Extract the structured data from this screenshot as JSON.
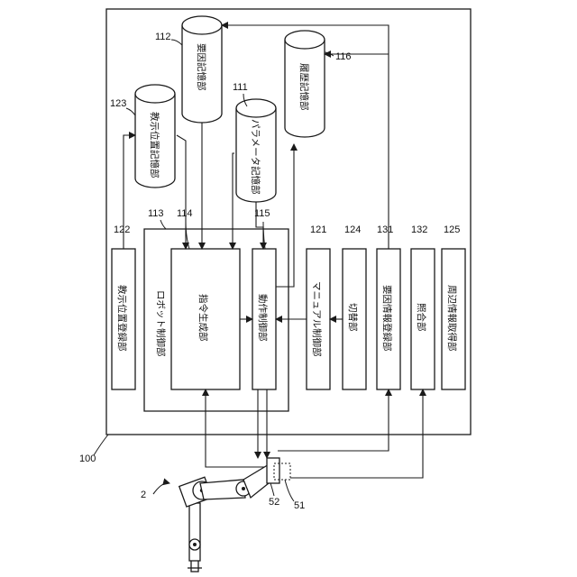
{
  "labels": {
    "teaching_position_register": "教示位置登録部",
    "robot_controller": "ロボット制御部",
    "command_generator": "指令生成部",
    "motion_controller": "動作制御部",
    "manual_controller": "マニュアル制御部",
    "switcher": "切替部",
    "factor_info_register": "要因情報登録部",
    "collation": "照合部",
    "surroundings_acquisition": "周辺情報取得部",
    "factor_storage": "要因記憶部",
    "teaching_position_storage": "教示位置記憶部",
    "parameter_storage": "パラメータ記憶部",
    "history_storage": "履歴記憶部"
  },
  "refs": {
    "r100": "100",
    "r2": "2",
    "r51": "51",
    "r52": "52",
    "r111": "111",
    "r112": "112",
    "r113": "113",
    "r114": "114",
    "r115": "115",
    "r116": "116",
    "r121": "121",
    "r122": "122",
    "r123": "123",
    "r124": "124",
    "r125": "125",
    "r131": "131",
    "r132": "132"
  }
}
